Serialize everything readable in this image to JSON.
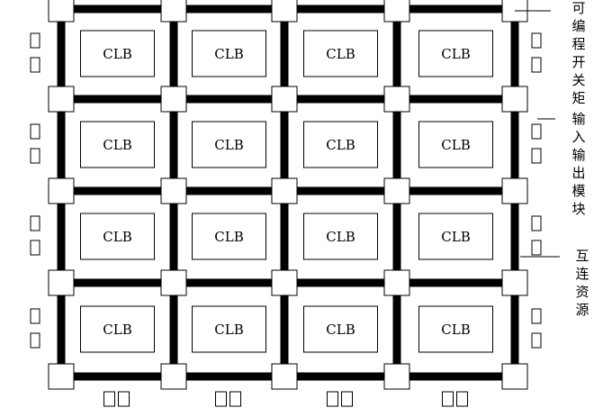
{
  "diagram": {
    "grid": {
      "rows": 4,
      "cols": 4
    },
    "block_label": "CLB",
    "labels": {
      "switch_matrix": "可编程开关矩",
      "io_module": "输入输出模块",
      "interconnect": "互连资源"
    },
    "colors": {
      "line": "#000000",
      "background": "#ffffff"
    }
  }
}
